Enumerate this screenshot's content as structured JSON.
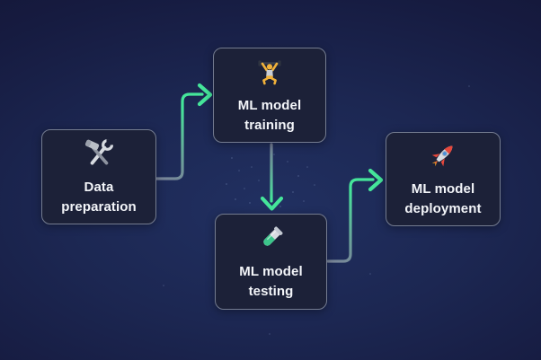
{
  "diagram_type": "flowchart",
  "nodes": [
    {
      "id": "data-preparation",
      "label": "Data preparation",
      "icon": "hammer-wrench"
    },
    {
      "id": "ml-model-training",
      "label": "ML model training",
      "icon": "weightlifter"
    },
    {
      "id": "ml-model-testing",
      "label": "ML model testing",
      "icon": "test-tube"
    },
    {
      "id": "ml-model-deployment",
      "label": "ML model deployment",
      "icon": "rocket"
    }
  ],
  "edges": [
    {
      "from": "data-preparation",
      "to": "ml-model-training",
      "style": "elbow-right-up",
      "arrowhead": "right"
    },
    {
      "from": "ml-model-training",
      "to": "ml-model-testing",
      "style": "straight-down",
      "arrowhead": "down"
    },
    {
      "from": "ml-model-testing",
      "to": "ml-model-deployment",
      "style": "elbow-right-up",
      "arrowhead": "right"
    }
  ],
  "colors": {
    "background_center": "#213061",
    "background_edge": "#121330",
    "card_background": "#1c2138",
    "card_border": "#747c90",
    "label_text": "#f3f5f9",
    "arrow_green": "#45e59a",
    "arrow_start_gray": "#98a0ae"
  }
}
